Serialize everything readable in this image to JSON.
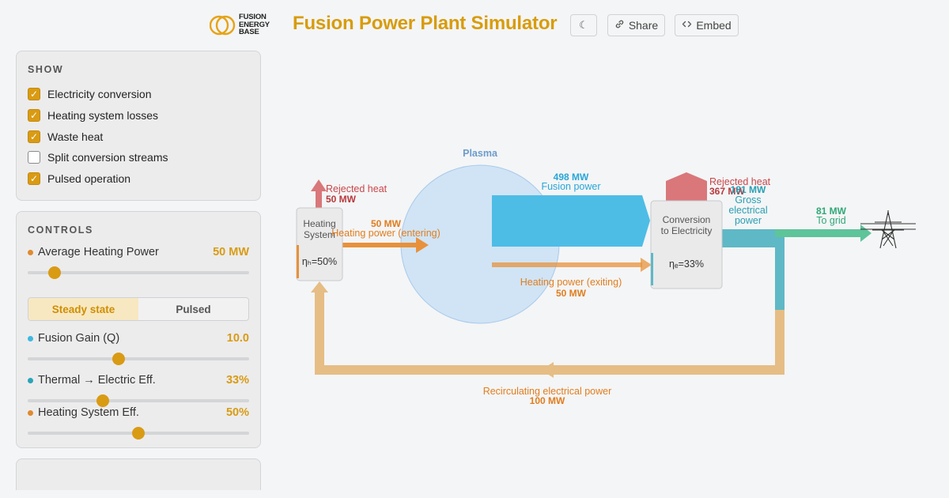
{
  "header": {
    "logo_lines": [
      "FUSION",
      "ENERGY",
      "BASE"
    ],
    "title": "Fusion Power Plant Simulator",
    "theme_icon": "☾",
    "share_label": "Share",
    "embed_label": "Embed",
    "share_icon": "link-icon",
    "embed_icon": "code-icon"
  },
  "show": {
    "title": "SHOW",
    "options": [
      {
        "label": "Electricity conversion",
        "checked": true
      },
      {
        "label": "Heating system losses",
        "checked": true
      },
      {
        "label": "Waste heat",
        "checked": true
      },
      {
        "label": "Split conversion streams",
        "checked": false
      },
      {
        "label": "Pulsed operation",
        "checked": true
      }
    ]
  },
  "controls": {
    "title": "CONTROLS",
    "heating_power": {
      "label": "Average Heating Power",
      "value": "50 MW",
      "position": 0.12,
      "dot": "#e08a2e"
    },
    "mode": {
      "steady": "Steady state",
      "pulsed": "Pulsed",
      "selected": "steady"
    },
    "fusion_gain": {
      "label": "Fusion Gain (Q)",
      "value": "10.0",
      "position": 0.41,
      "dot": "#3db8e0"
    },
    "thermal_eff": {
      "label": "Thermal → Electric Eff.",
      "value": "33%",
      "position": 0.34,
      "dot": "#2aa4b8"
    },
    "heating_eff": {
      "label": "Heating System Eff.",
      "value": "50%",
      "position": 0.5,
      "dot": "#e08a2e"
    }
  },
  "diagram": {
    "plasma_label": "Plasma",
    "heating_system": {
      "line1": "Heating",
      "line2": "System",
      "eff": "ηₕ=50%"
    },
    "conversion": {
      "line1": "Conversion",
      "line2": "to Electricity",
      "eff": "ηₑ=33%"
    },
    "rejected_heat_left": {
      "label": "Rejected heat",
      "value": "50 MW"
    },
    "heating_entering": {
      "value": "50 MW",
      "label": "Heating power (entering)"
    },
    "fusion_power": {
      "value": "498 MW",
      "label": "Fusion power"
    },
    "heating_exiting": {
      "label": "Heating power (exiting)",
      "value": "50 MW"
    },
    "rejected_heat_right": {
      "label": "Rejected heat",
      "value": "367 MW"
    },
    "gross_power": {
      "value": "181 MW",
      "line1": "Gross",
      "line2": "electrical",
      "line3": "power"
    },
    "to_grid": {
      "value": "81 MW",
      "label": "To grid"
    },
    "recirculating": {
      "label": "Recirculating electrical power",
      "value": "100 MW"
    },
    "colors": {
      "heating": "#e8913a",
      "fusion": "#4dbde6",
      "waste": "#d9777a",
      "electric": "#5fb8c6",
      "grid": "#5ec49a",
      "recirc": "#e6bd84",
      "plasma": "#c9e0f5"
    }
  }
}
